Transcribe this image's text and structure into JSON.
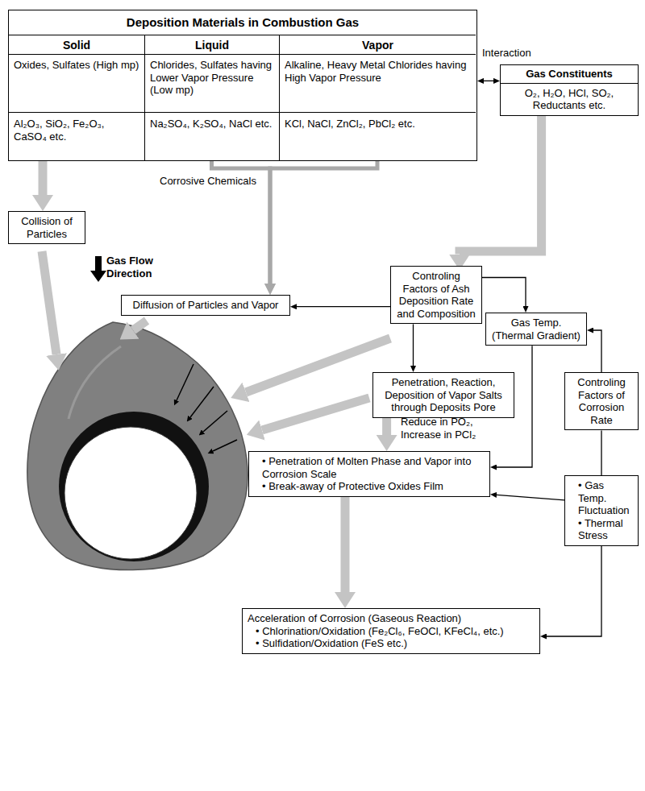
{
  "diagram": {
    "nodes": [
      {
        "text": [
          "Deposition Materials in Combustion Gas"
        ]
      },
      {
        "text": [
          "Solid",
          "Oxides, Sulfates (High mp)",
          "Al₂O₃, SiO₂, Fe₂O₃, CaSO₄ etc."
        ],
        "in": 0
      },
      {
        "text": [
          "Liquid",
          "Chlorides, Sulfates having Lower Vapor Pressure (Low mp)",
          "Na₂SO₄, K₂SO₄, NaCl etc."
        ],
        "in": 0
      },
      {
        "text": [
          "Vapor",
          "Alkaline, Heavy Metal Chlorides having High Vapor Pressure",
          "KCl, NaCl, ZnCl₂, PbCl₂ etc."
        ],
        "in": 0
      },
      {
        "text": [
          "Gas Constituents",
          "O₂, H₂O, HCl, SO₂, Reductants etc."
        ]
      },
      {
        "text": [
          "Collision of Particles"
        ]
      },
      {
        "text": [
          "Diffusion of Particles and Vapor"
        ]
      },
      {
        "text": [
          "Controling Factors of Ash Deposition Rate and Composition"
        ]
      },
      {
        "text": [
          "Gas Temp. (Thermal Gradient)"
        ]
      },
      {
        "text": [
          "Controling Factors of Corrosion Rate"
        ]
      },
      {
        "text": [
          "Penetration, Reaction, Deposition of Vapor Salts through Deposits Pore"
        ]
      },
      {
        "text": [
          "• Penetration of Molten Phase and Vapor into Corrosion Scale",
          "• Break-away of Protective Oxides Film"
        ]
      },
      {
        "text": [
          "• Gas Temp. Fluctuation",
          "• Thermal Stress"
        ]
      },
      {
        "text": [
          "Acceleration of Corrosion (Gaseous Reaction)",
          "• Chlorination/Oxidation (Fe₂Cl₆, FeOCl, KFeCl₄, etc.)",
          "• Sulfidation/Oxidation (FeS etc.)"
        ]
      }
    ],
    "edges": [
      {
        "from": 0,
        "to": 4,
        "arrow": "both",
        "label": "Interaction"
      },
      {
        "from": 1,
        "to": 5,
        "arrow": "to"
      },
      {
        "from": 2,
        "to": 6,
        "arrow": "to"
      },
      {
        "from": 3,
        "to": 6,
        "arrow": "to"
      },
      {
        "from": 4,
        "to": 7,
        "arrow": "to"
      },
      {
        "from": 7,
        "to": 6,
        "arrow": "to"
      },
      {
        "from": 7,
        "to": 8,
        "arrow": "to"
      },
      {
        "from": 7,
        "to": 10,
        "arrow": "to"
      },
      {
        "from": 10,
        "to": 11,
        "arrow": "to",
        "label": "Reduce in PO₂, Increase in PCl₂"
      },
      {
        "from": 8,
        "to": 11,
        "arrow": "to"
      },
      {
        "from": 9,
        "to": 8,
        "arrow": "to"
      },
      {
        "from": 9,
        "to": 12,
        "arrow": "none"
      },
      {
        "from": 12,
        "to": 11,
        "arrow": "to"
      },
      {
        "from": 12,
        "to": 13,
        "arrow": "to"
      },
      {
        "from": 11,
        "to": 13,
        "arrow": "to"
      }
    ],
    "labels": [
      "Corrosive Chemicals",
      "Gas Flow Direction"
    ]
  }
}
